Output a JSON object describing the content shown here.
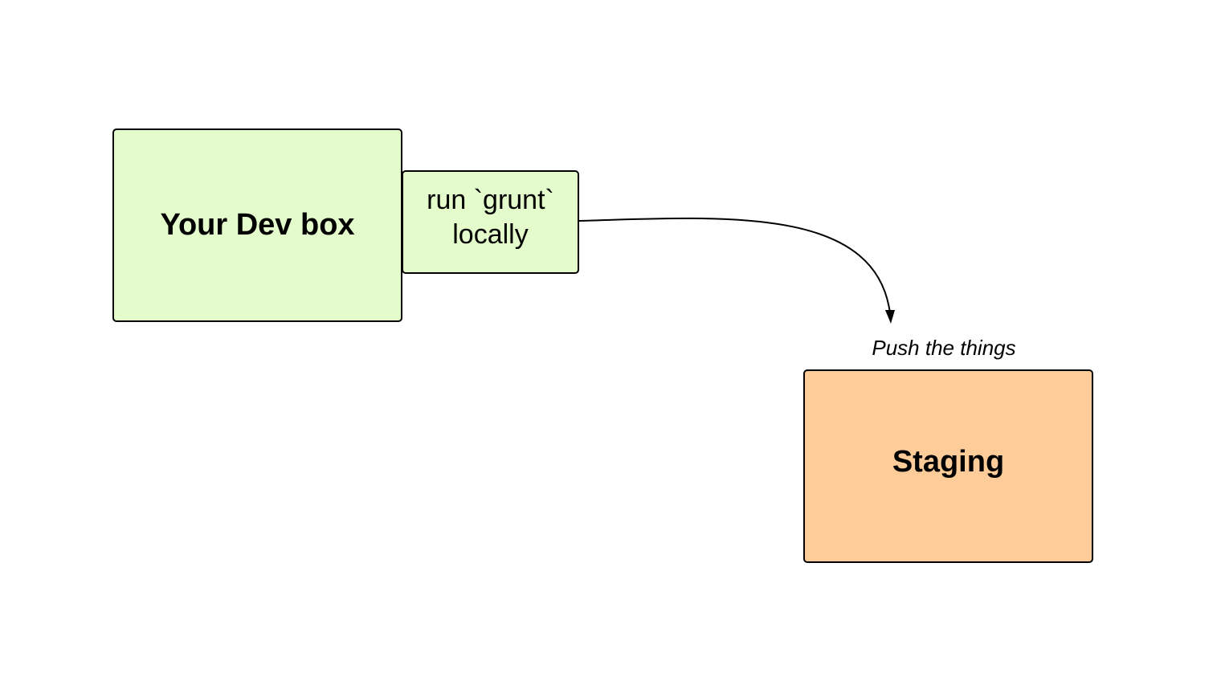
{
  "diagram": {
    "nodes": {
      "dev_box": {
        "label": "Your Dev box",
        "fill": "#e4fccc"
      },
      "grunt_step": {
        "label": "run `grunt` locally",
        "fill": "#e4fccc"
      },
      "staging": {
        "label": "Staging",
        "fill": "#fecc99"
      }
    },
    "edges": [
      {
        "from": "grunt_step",
        "to": "staging",
        "label": "Push the things"
      }
    ]
  }
}
